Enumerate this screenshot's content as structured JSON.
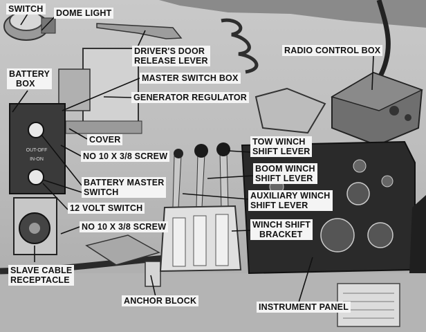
{
  "labels": {
    "switch": "SWITCH",
    "dome_light": "DOME LIGHT",
    "drivers_door_1": "DRIVER'S DOOR",
    "drivers_door_2": "RELEASE LEVER",
    "radio_control_box": "RADIO CONTROL BOX",
    "battery_box_1": "BATTERY",
    "battery_box_2": "BOX",
    "master_switch_box": "MASTER SWITCH BOX",
    "generator_regulator": "GENERATOR REGULATOR",
    "cover": "COVER",
    "screw_upper": "NO 10 X 3/8 SCREW",
    "tow_winch_1": "TOW WINCH",
    "tow_winch_2": "SHIFT LEVER",
    "boom_winch_1": "BOOM WINCH",
    "boom_winch_2": "SHIFT LEVER",
    "battery_master_1": "BATTERY MASTER",
    "battery_master_2": "SWITCH",
    "auxiliary_winch_1": "AUXILIARY WINCH",
    "auxiliary_winch_2": "SHIFT LEVER",
    "twelve_volt_switch": "12 VOLT SWITCH",
    "screw_lower": "NO 10 X 3/8 SCREW",
    "winch_shift_bracket_1": "WINCH SHIFT",
    "winch_shift_bracket_2": "BRACKET",
    "slave_cable_1": "SLAVE CABLE",
    "slave_cable_2": "RECEPTACLE",
    "anchor_block": "ANCHOR BLOCK",
    "instrument_panel": "INSTRUMENT PANEL"
  },
  "panel_markings": {
    "out_off": "OUT-OFF",
    "in_on": "IN-ON"
  },
  "colors": {
    "label_bg": "#f4f4f4",
    "leader": "#111111",
    "panel_dark": "#2a2a2a"
  }
}
